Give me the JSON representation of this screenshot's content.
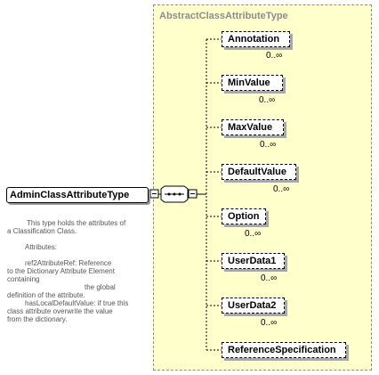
{
  "group": {
    "title": "AbstractClassAttributeType"
  },
  "root": {
    "label": "AdminClassAttributeType"
  },
  "elements": [
    {
      "label": "Annotation",
      "cardinality": "0..∞"
    },
    {
      "label": "MinValue",
      "cardinality": "0..∞"
    },
    {
      "label": "MaxValue",
      "cardinality": "0..∞"
    },
    {
      "label": "DefaultValue",
      "cardinality": "0..∞"
    },
    {
      "label": "Option",
      "cardinality": "0..∞"
    },
    {
      "label": "UserData1",
      "cardinality": "0..∞"
    },
    {
      "label": "UserData2",
      "cardinality": "0..∞"
    },
    {
      "label": "ReferenceSpecification",
      "cardinality": ""
    }
  ],
  "documentation": [
    "This type holds the attributes of",
    "a Classification Class.",
    "",
    "Attributes:",
    "",
    "ref2AttributeRef:     Reference",
    "to the Dictionary Attribute Element",
    "containing",
    "the global",
    "definition of the attribute.",
    "hasLocalDefaultValue: if true this",
    "class attribute overwrite the value",
    "from the dictionary."
  ]
}
